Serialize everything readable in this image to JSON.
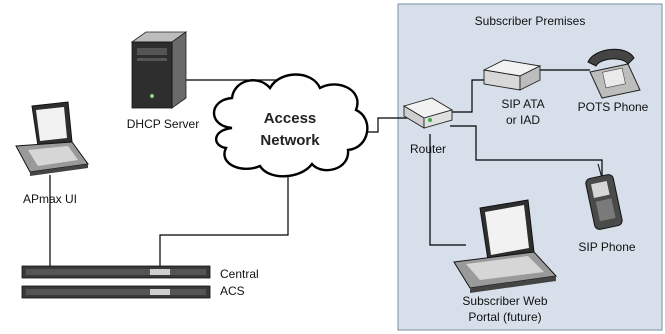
{
  "premises": {
    "title": "Subscriber Premises",
    "bg": "#d7e0ea",
    "border": "#7b8fa6"
  },
  "cloud": {
    "line1": "Access",
    "line2": "Network"
  },
  "nodes": {
    "dhcp": "DHCP Server",
    "apmax": "APmax UI",
    "acs_line1": "Central",
    "acs_line2": "ACS",
    "router": "Router",
    "ata_line1": "SIP ATA",
    "ata_line2": "or IAD",
    "pots": "POTS Phone",
    "sip_phone": "SIP Phone",
    "portal_line1": "Subscriber Web",
    "portal_line2": "Portal (future)"
  },
  "colors": {
    "line": "#000000",
    "device": "#e6e6e6",
    "dark": "#3a3a3a"
  }
}
